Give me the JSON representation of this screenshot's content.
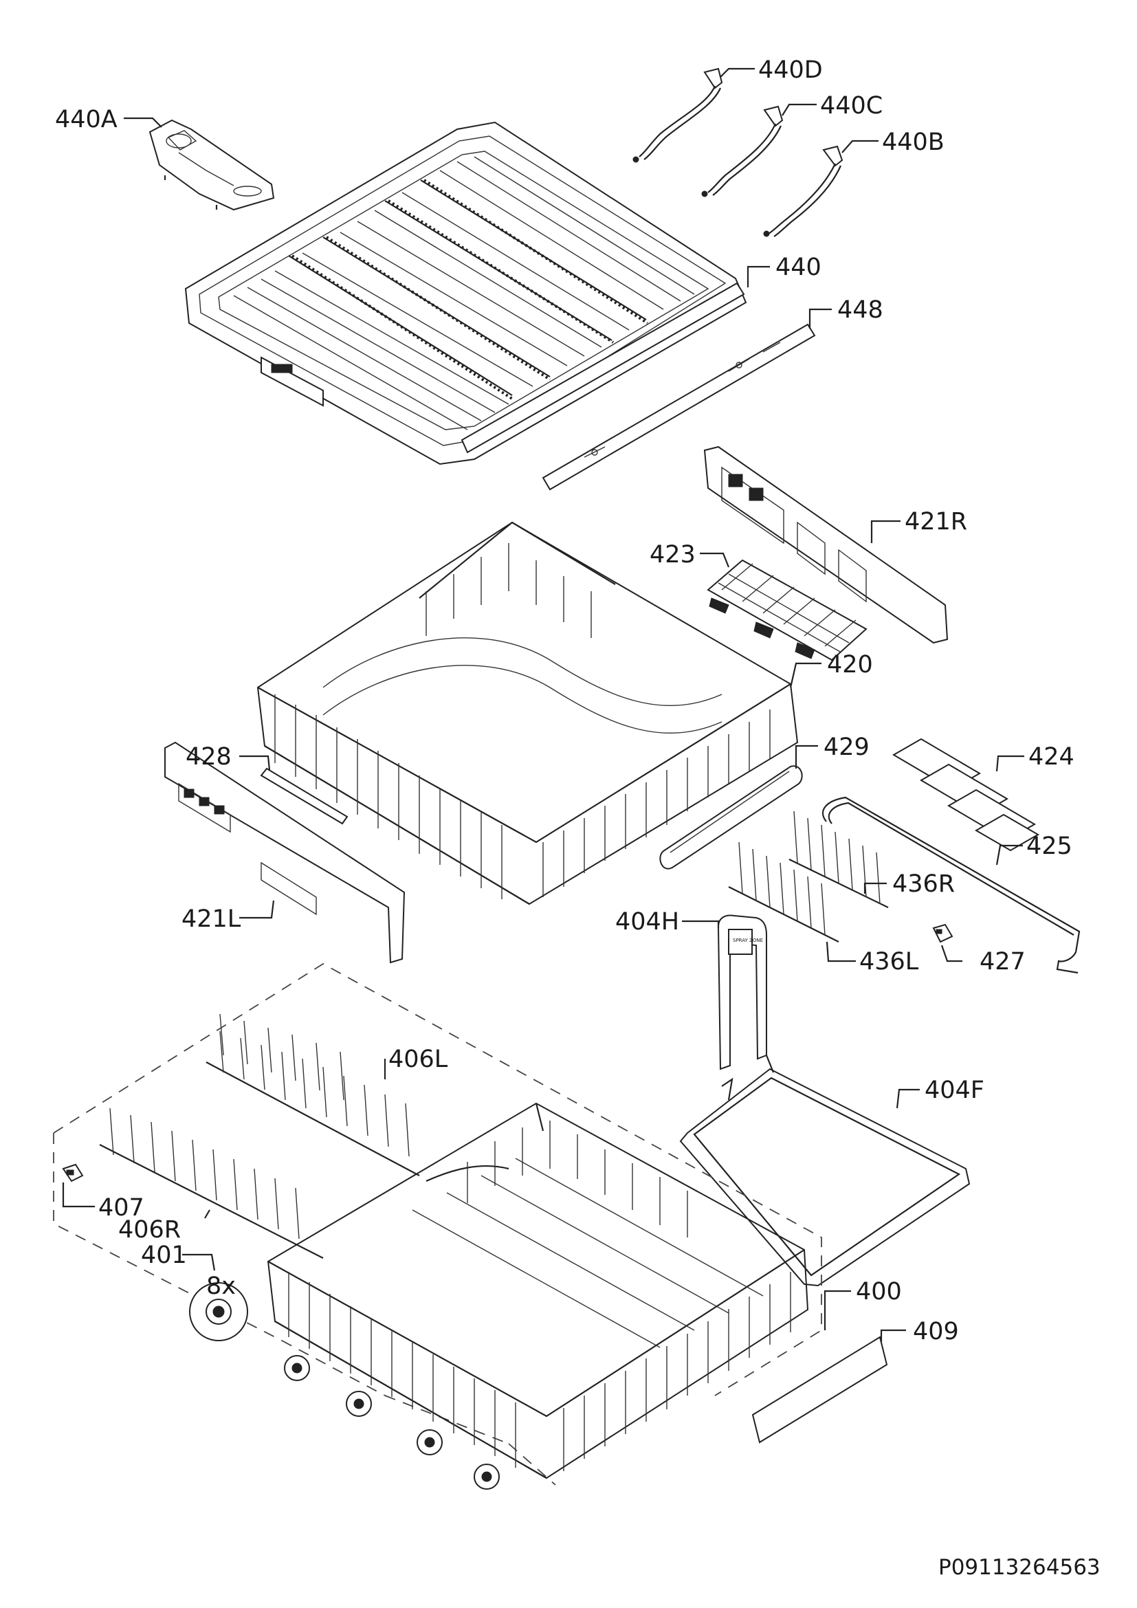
{
  "drawing_code": "P09113264563",
  "callouts": {
    "p440D": "440D",
    "p440C": "440C",
    "p440B": "440B",
    "p440A": "440A",
    "p440": "440",
    "p448": "448",
    "p421R": "421R",
    "p423": "423",
    "p420": "420",
    "p428": "428",
    "p429": "429",
    "p424": "424",
    "p425": "425",
    "p436R": "436R",
    "p421L": "421L",
    "p404H": "404H",
    "p436L": "436L",
    "p427": "427",
    "p406L": "406L",
    "p404F": "404F",
    "p407": "407",
    "p406R": "406R",
    "p401": "401",
    "p401_qty": "8x",
    "p400": "400",
    "p409": "409"
  },
  "markings": {
    "spray_zone": "SPRAY ZONE"
  }
}
